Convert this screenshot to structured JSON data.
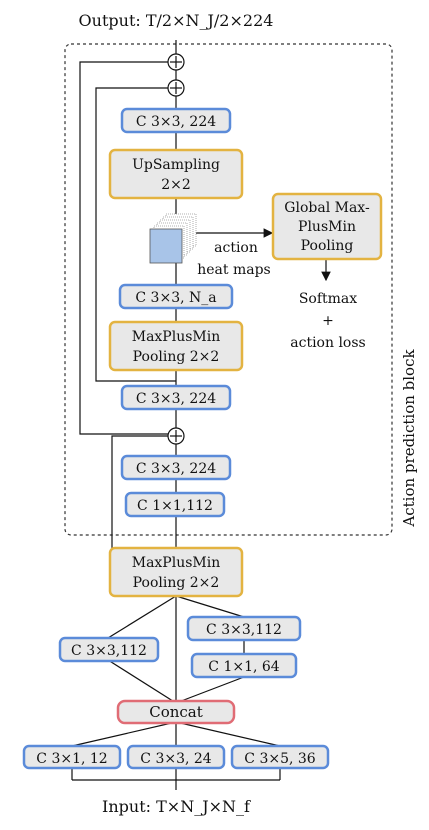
{
  "output_label": "Output: T/2×N_J/2×224",
  "input_label": "Input: T×N_J×N_f",
  "side_label": "Action prediction block",
  "blocks": {
    "conv_top_224": "C 3×3, 224",
    "upsampling": [
      "UpSampling",
      "2×2"
    ],
    "global_pool": [
      "Global Max-",
      "PlusMin",
      "Pooling"
    ],
    "conv_na": "C 3×3, N_a",
    "maxplusmin_inner": [
      "MaxPlusMin",
      "Pooling 2×2"
    ],
    "conv_mid_224": "C 3×3, 224",
    "conv_low_224": "C 3×3, 224",
    "conv_1x1_112": "C 1×1,112",
    "maxplusmin_outer": [
      "MaxPlusMin",
      "Pooling 2×2"
    ],
    "conv_left_112": "C 3×3,112",
    "conv_right_112": "C 3×3,112",
    "conv_1x1_64": "C 1×1, 64",
    "concat": "Concat",
    "conv_3x1_12": "C 3×1, 12",
    "conv_3x3_24": "C 3×3, 24",
    "conv_3x5_36": "C 3×5, 36"
  },
  "heatmap_label": [
    "action",
    "heat maps"
  ],
  "softmax_label": [
    "Softmax",
    "+",
    "action loss"
  ],
  "colors": {
    "conv_border": "#5b8bd9",
    "pool_border": "#e3b341",
    "concat_border": "#e06c75",
    "box_fill": "#e8e8e8",
    "heatmap_fill": "#a8c4e8"
  }
}
